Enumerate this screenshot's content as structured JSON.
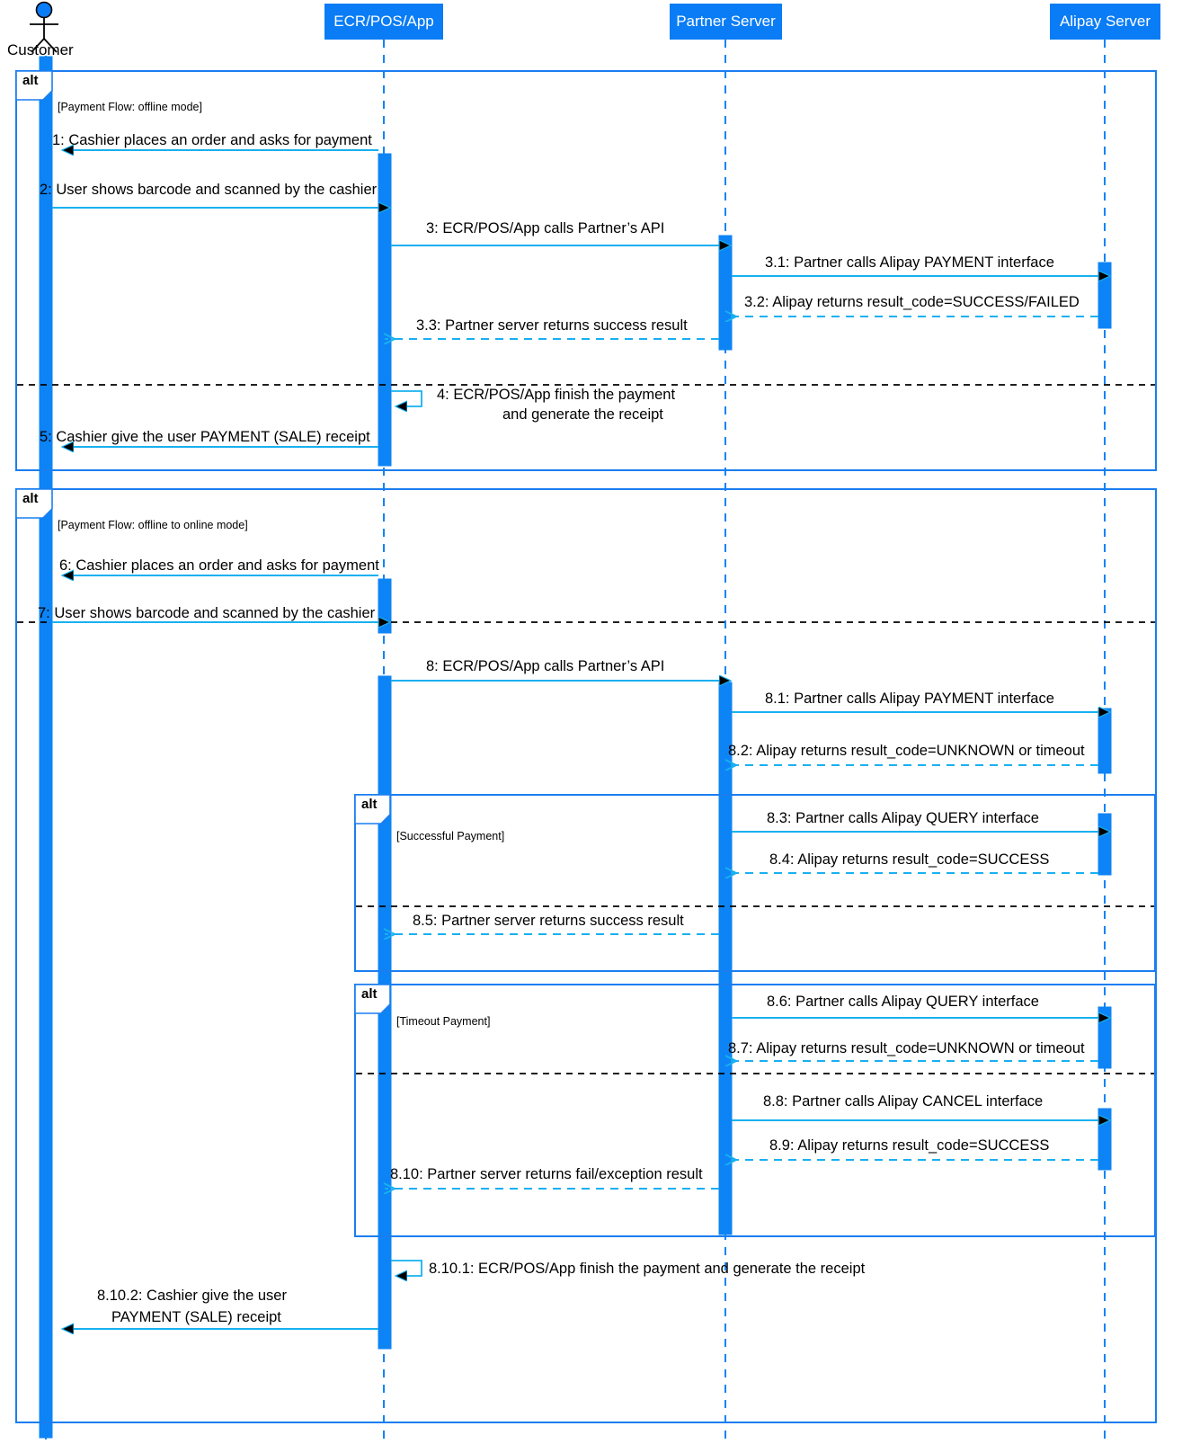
{
  "diagram": {
    "type": "uml-sequence-diagram",
    "title": "Alipay Payment Flow Sequence Diagram",
    "colors": {
      "participant_fill": "#0a7cf5",
      "participant_text": "#ffffff",
      "lifeline": "#1184f7",
      "activation": "#0d84f5",
      "sync_arrow": "#18b0f0",
      "return_arrow": "#18b0f0",
      "frame_border": "#1a7ef0",
      "divider": "#000000",
      "text": "#000000"
    }
  },
  "participants": [
    {
      "id": "customer",
      "name": "Customer",
      "kind": "actor"
    },
    {
      "id": "ecr",
      "name": "ECR/POS/App",
      "kind": "object"
    },
    {
      "id": "partner",
      "name": "Partner Server",
      "kind": "object"
    },
    {
      "id": "alipay",
      "name": "Alipay Server",
      "kind": "object"
    }
  ],
  "fragments": [
    {
      "id": "alt1",
      "operator": "alt",
      "guard": "[Payment Flow: offline mode]"
    },
    {
      "id": "alt2",
      "operator": "alt",
      "guard": "[Payment Flow: offline to online mode]"
    },
    {
      "id": "alt3",
      "operator": "alt",
      "guard": "[Successful Payment]"
    },
    {
      "id": "alt4",
      "operator": "alt",
      "guard": "[Timeout Payment]"
    }
  ],
  "messages": [
    {
      "num": "1",
      "text": "1: Cashier places an order and asks for payment",
      "from": "ecr",
      "to": "customer",
      "style": "sync"
    },
    {
      "num": "2",
      "text": "2: User shows barcode and scanned by the cashier",
      "from": "customer",
      "to": "ecr",
      "style": "sync"
    },
    {
      "num": "3",
      "text": "3: ECR/POS/App calls Partner’s API",
      "from": "ecr",
      "to": "partner",
      "style": "sync"
    },
    {
      "num": "3.1",
      "text": "3.1: Partner calls Alipay PAYMENT interface",
      "from": "partner",
      "to": "alipay",
      "style": "sync"
    },
    {
      "num": "3.2",
      "text": "3.2: Alipay returns result_code=SUCCESS/FAILED",
      "from": "alipay",
      "to": "partner",
      "style": "return"
    },
    {
      "num": "3.3",
      "text": "3.3: Partner server returns success result",
      "from": "partner",
      "to": "ecr",
      "style": "return"
    },
    {
      "num": "4a",
      "text": "4: ECR/POS/App finish the payment",
      "from": "ecr",
      "to": "ecr",
      "style": "self"
    },
    {
      "num": "4b",
      "text": "and generate the receipt",
      "from": "ecr",
      "to": "ecr",
      "style": "self-cont"
    },
    {
      "num": "5",
      "text": "5: Cashier give the user PAYMENT (SALE) receipt",
      "from": "ecr",
      "to": "customer",
      "style": "sync"
    },
    {
      "num": "6",
      "text": "6: Cashier places an order and asks for payment",
      "from": "ecr",
      "to": "customer",
      "style": "sync"
    },
    {
      "num": "7",
      "text": "7: User shows barcode and scanned by the cashier",
      "from": "customer",
      "to": "ecr",
      "style": "sync"
    },
    {
      "num": "8",
      "text": "8: ECR/POS/App calls Partner’s API",
      "from": "ecr",
      "to": "partner",
      "style": "sync"
    },
    {
      "num": "8.1",
      "text": "8.1: Partner calls Alipay PAYMENT interface",
      "from": "partner",
      "to": "alipay",
      "style": "sync"
    },
    {
      "num": "8.2",
      "text": "8.2: Alipay returns result_code=UNKNOWN or timeout",
      "from": "alipay",
      "to": "partner",
      "style": "return"
    },
    {
      "num": "8.3",
      "text": "8.3: Partner calls Alipay QUERY interface",
      "from": "partner",
      "to": "alipay",
      "style": "sync"
    },
    {
      "num": "8.4",
      "text": "8.4: Alipay returns result_code=SUCCESS",
      "from": "alipay",
      "to": "partner",
      "style": "return"
    },
    {
      "num": "8.5",
      "text": "8.5: Partner server returns success result",
      "from": "partner",
      "to": "ecr",
      "style": "return"
    },
    {
      "num": "8.6",
      "text": "8.6: Partner calls Alipay QUERY interface",
      "from": "partner",
      "to": "alipay",
      "style": "sync"
    },
    {
      "num": "8.7",
      "text": "8.7: Alipay returns result_code=UNKNOWN or timeout",
      "from": "alipay",
      "to": "partner",
      "style": "return"
    },
    {
      "num": "8.8",
      "text": "8.8: Partner calls Alipay CANCEL interface",
      "from": "partner",
      "to": "alipay",
      "style": "sync"
    },
    {
      "num": "8.9",
      "text": "8.9: Alipay returns result_code=SUCCESS",
      "from": "alipay",
      "to": "partner",
      "style": "return"
    },
    {
      "num": "8.10",
      "text": "8.10: Partner server returns fail/exception result",
      "from": "partner",
      "to": "ecr",
      "style": "return"
    },
    {
      "num": "8.10.1",
      "text": "8.10.1: ECR/POS/App finish the payment and generate the receipt",
      "from": "ecr",
      "to": "ecr",
      "style": "self"
    },
    {
      "num": "8.10.2a",
      "text": "8.10.2: Cashier give the user",
      "from": "ecr",
      "to": "customer",
      "style": "sync"
    },
    {
      "num": "8.10.2b",
      "text": "PAYMENT (SALE) receipt",
      "from": "ecr",
      "to": "customer",
      "style": "sync-cont"
    }
  ]
}
